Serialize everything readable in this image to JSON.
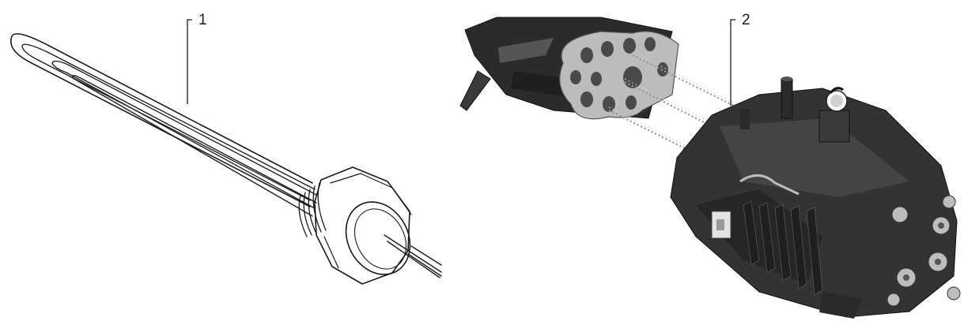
{
  "callouts": [
    {
      "id": "1",
      "label": "1"
    },
    {
      "id": "2",
      "label": "2"
    }
  ],
  "colors": {
    "line_art": "#1a1a1a",
    "body_dark": "#2b2b2b",
    "body_mid": "#444444",
    "plate_light": "#b9b9b9",
    "spring": "#9a9a9a",
    "background": "#ffffff"
  }
}
